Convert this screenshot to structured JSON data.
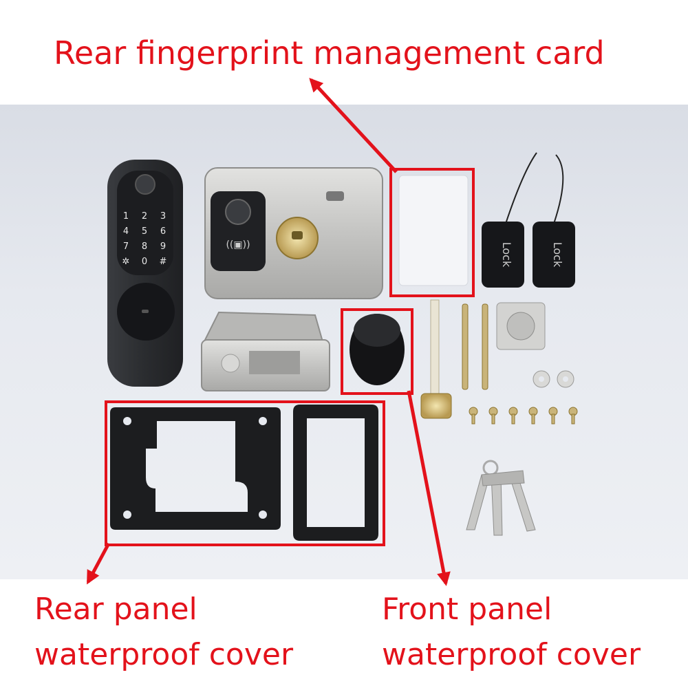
{
  "callouts": {
    "management_card": "Rear fingerprint management card",
    "rear_cover_line1": "Rear panel",
    "rear_cover_line2": "waterproof cover",
    "front_cover_line1": "Front panel",
    "front_cover_line2": "waterproof cover"
  },
  "keypad": {
    "keys": [
      "1",
      "2",
      "3",
      "4",
      "5",
      "6",
      "7",
      "8",
      "9",
      "✲",
      "0",
      "#"
    ]
  },
  "key_fobs": {
    "label_left": "Lock",
    "label_right": "Lock"
  },
  "colors": {
    "callout_red": "#e3121b",
    "background": "#e6e9ef",
    "panel_dark": "#2e3033",
    "steel": "#c9c9c7"
  }
}
